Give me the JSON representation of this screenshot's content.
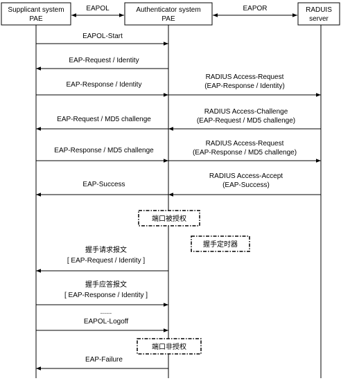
{
  "entities": {
    "supplicant": {
      "line1": "Supplicant system",
      "line2": "PAE"
    },
    "authenticator": {
      "line1": "Authenticator system",
      "line2": "PAE"
    },
    "radius": {
      "line1": "RADUIS",
      "line2": "server"
    }
  },
  "protocols": {
    "left": "EAPOL",
    "right": "EAPOR"
  },
  "messages": {
    "m1": [
      "EAPOL-Start"
    ],
    "m2": [
      "EAP-Request / Identity"
    ],
    "m3": [
      "EAP-Response / Identity"
    ],
    "m4": [
      "RADIUS Access-Request",
      "(EAP-Response / Identity)"
    ],
    "m5": [
      "EAP-Request / MD5 challenge"
    ],
    "m6": [
      "RADIUS Access-Challenge",
      "(EAP-Request / MD5 challenge)"
    ],
    "m7": [
      "EAP-Response / MD5 challenge"
    ],
    "m8": [
      "RADIUS Access-Request",
      "(EAP-Response / MD5 challenge)"
    ],
    "m9": [
      "EAP-Success"
    ],
    "m10": [
      "RADIUS Access-Accept",
      "(EAP-Success)"
    ],
    "m11": [
      "握手请求报文",
      "[ EAP-Request / Identity ]"
    ],
    "m12": [
      "握手应答报文",
      "[ EAP-Response / Identity ]"
    ],
    "m13": [
      "EAPOL-Logoff"
    ],
    "m14": [
      "EAP-Failure"
    ]
  },
  "ellipsis": "......",
  "states": {
    "port_authorized": "端口被授权",
    "handshake_timer": "握手定时器",
    "port_unauthorized": "端口非授权"
  }
}
